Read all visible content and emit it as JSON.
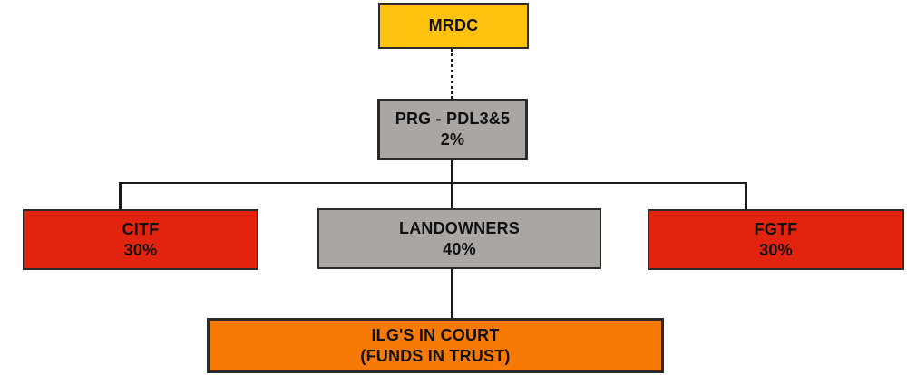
{
  "diagram": {
    "type": "org-chart",
    "nodes": {
      "mrdc": {
        "label": "MRDC"
      },
      "prg": {
        "label": "PRG - PDL3&5",
        "percent": "2%"
      },
      "citf": {
        "label": "CITF",
        "percent": "30%"
      },
      "landowners": {
        "label": "LANDOWNERS",
        "percent": "40%"
      },
      "fgtf": {
        "label": "FGTF",
        "percent": "30%"
      },
      "ilgs_in_court": {
        "label": "ILG'S IN COURT",
        "sublabel": "(FUNDS IN TRUST)"
      }
    },
    "edges": [
      {
        "from": "mrdc",
        "to": "prg",
        "style": "dotted"
      },
      {
        "from": "prg",
        "to": "citf",
        "style": "solid"
      },
      {
        "from": "prg",
        "to": "landowners",
        "style": "solid"
      },
      {
        "from": "prg",
        "to": "fgtf",
        "style": "solid"
      },
      {
        "from": "landowners",
        "to": "ilgs_in_court",
        "style": "solid"
      }
    ],
    "colors": {
      "mrdc_fill": "#FFC20E",
      "gray_fill": "#A9A6A3",
      "red_fill": "#E1230F",
      "orange_fill": "#F67A05",
      "box_border": "#2D2A28",
      "connector_line": "#1A1A1A",
      "text": "#111111",
      "background": "#FFFFFF"
    }
  }
}
